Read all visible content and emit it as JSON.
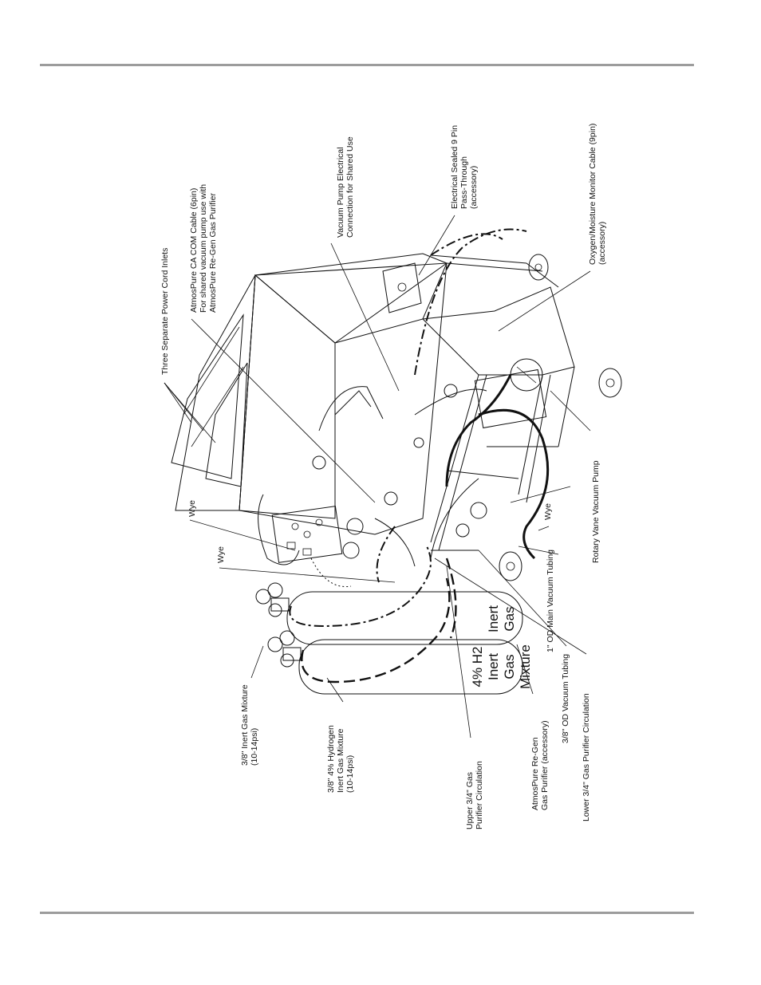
{
  "document": {
    "page_number": "",
    "figure_labels": [
      "Three Separate Power Cord Inlets",
      "AtmosPure CA COM Cable (6pin)",
      "For shared vacuum pump use with",
      "AtmosPure Re-Gen Gas Purifier",
      "Vacuum Pump Electrical",
      "Connection for Shared Use",
      "Electrical Sealed 9 Pin",
      "Pass-Through",
      "(accessory)",
      "Oxygen/Moisture Monitor Cable (9pin)",
      "(accessory)",
      "Wye",
      "Wye",
      "Wye",
      "Rotary Vane Vacuum Pump",
      "1\" OD Main Vacuum Tubing",
      "3/8\" OD Vacuum Tubing",
      "Lower 3/4\" Gas Purifier Circulation",
      "AtmosPure Re-Gen",
      "Gas Purifier (accessory)",
      "Upper 3/4\" Gas",
      "Purifier Circulation",
      "3/8\" 4% Hydrogen",
      "Inert Gas Mixture",
      "(10-14psi)",
      "3/8\" Inert Gas Mixture",
      "(10-14psi)"
    ],
    "cylinder_labels": {
      "hydrogen_mix": [
        "4% H2",
        "Inert",
        "Gas",
        "Mixture"
      ],
      "inert_gas": [
        "Inert",
        "Gas"
      ]
    }
  }
}
